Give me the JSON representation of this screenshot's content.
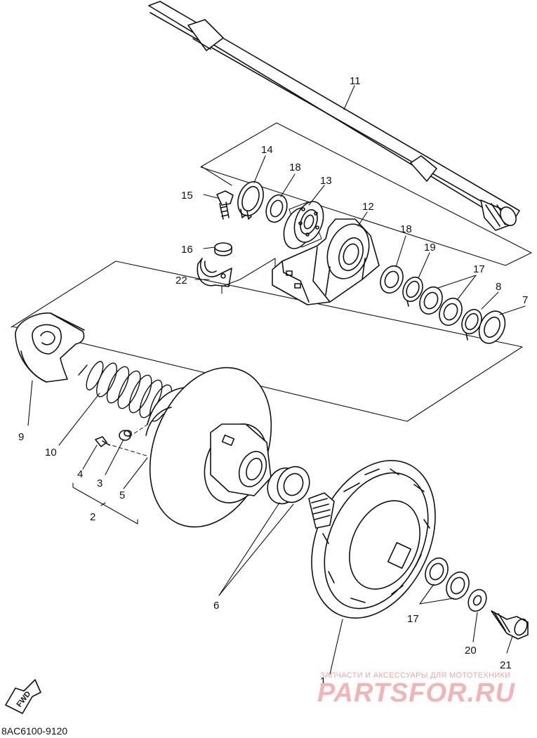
{
  "labels": {
    "p1": "1",
    "p2": "2",
    "p3": "3",
    "p4": "4",
    "p5": "5",
    "p6": "6",
    "p7": "7",
    "p8": "8",
    "p9": "9",
    "p10": "10",
    "p11": "11",
    "p12": "12",
    "p13": "13",
    "p14": "14",
    "p15": "15",
    "p16": "16",
    "p17a": "17",
    "p17b": "17",
    "p18a": "18",
    "p18b": "18",
    "p19": "19",
    "p20": "20",
    "p21": "21",
    "p22": "22"
  },
  "fwd_label": "FWD",
  "diagram_code": "8AC6100-9120",
  "watermark": {
    "tagline": "ЗАПЧАСТИ И АКСЕССУАРЫ ДЛЯ МОТОТЕХНИКИ",
    "brand": "PARTSFOR.RU"
  }
}
